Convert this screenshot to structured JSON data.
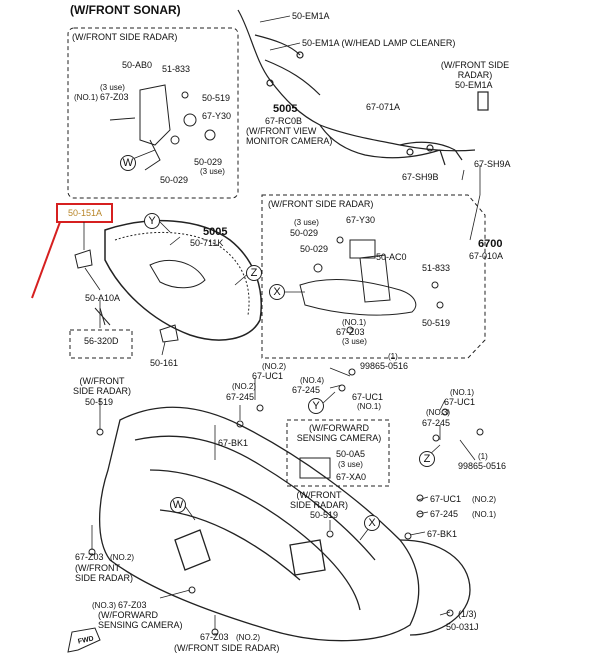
{
  "header": {
    "title": "(W/FRONT SONAR)"
  },
  "accent_color": "#d62020",
  "highlight_color": "#b8862a",
  "boxes": {
    "radar_top": "(W/FRONT SIDE RADAR)",
    "radar_mid": "(W/FRONT SIDE RADAR)",
    "camera": "(W/FORWARD\nSENSING CAMERA)"
  },
  "callouts": {
    "W": "W",
    "Y": "Y",
    "Z": "Z",
    "X": "X"
  },
  "labels": {
    "em1a_top": "50-EM1A",
    "em1a_hlc": "50-EM1A (W/HEAD LAMP CLEANER)",
    "radar_right": "(W/FRONT SIDE\nRADAR)",
    "em1a_right": "50-EM1A",
    "ab0": "50-AB0",
    "n833_a": "51-833",
    "use3_a": "(3 use)",
    "no1_a": "(NO.1)",
    "z03_a": "67-Z03",
    "n519_a": "50-519",
    "y30_a": "67-Y30",
    "n029_a": "50-029",
    "n029_b": "50-029",
    "use3_b": "(3 use)",
    "n5005_a": "5005",
    "rc0b": "67-RC0B",
    "front_view": "(W/FRONT VIEW\nMONITOR CAMERA)",
    "n071a": "67-071A",
    "sh9a": "67-SH9A",
    "sh9b": "67-SH9B",
    "n151a": "50-151A",
    "n5005_b": "5005",
    "n711k": "50-711K",
    "a10a": "50-A10A",
    "n320d": "56-320D",
    "radar_left": "(W/FRONT\nSIDE RADAR)",
    "n519_b": "50-519",
    "n161": "50-161",
    "use3_c": "(3 use)",
    "y30_b": "67-Y30",
    "n029_c": "50-029",
    "n029_d": "50-029",
    "ac0": "50-AC0",
    "n833_b": "51-833",
    "no1_b": "(NO.1)",
    "z03_b": "67-Z03",
    "use3_d": "(3 use)",
    "n519_c": "50-519",
    "n6700": "6700",
    "n010a": "67-010A",
    "no2_a": "(NO.2)",
    "uc1_a": "67-UC1",
    "no2_b": "(NO.2)",
    "n245_a": "67-245",
    "bk1_a": "67-BK1",
    "n0516_a": "99865-0516",
    "one_a": "(1)",
    "no4": "(NO.4)",
    "n245_b": "67-245",
    "uc1_b": "67-UC1",
    "no1_c": "(NO.1)",
    "no1_d": "(NO.1)",
    "uc1_c": "67-UC1",
    "no3_a": "(NO.3)",
    "n245_c": "67-245",
    "one_b": "(1)",
    "n0516_b": "99865-0516",
    "oa5": "50-0A5",
    "use3_e": "(3 use)",
    "xa0": "67-XA0",
    "radar_low": "(W/FRONT\nSIDE RADAR)",
    "n519_d": "50-519",
    "uc1_d": "67-UC1",
    "no2_c": "(NO.2)",
    "n245_d": "67-245",
    "no1_e": "(NO.1)",
    "bk1_b": "67-BK1",
    "z03_c": "67-Z03",
    "no2_d": "(NO.2)",
    "radar_bl": "(W/FRONT\nSIDE RADAR)",
    "no3_b": "(NO.3)",
    "z03_d": "67-Z03",
    "camera_bl": "(W/FORWARD\nSENSING CAMERA)",
    "z03_e": "67-Z03",
    "no2_e": "(NO.2)",
    "radar_bot": "(W/FRONT SIDE RADAR)",
    "frac": "(1/3)",
    "n031j": "50-031J",
    "fwd": "FWD"
  }
}
